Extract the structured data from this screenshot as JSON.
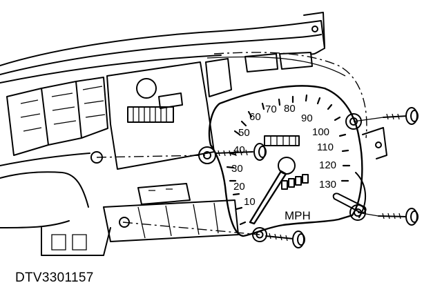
{
  "figure_id": "DTV3301157",
  "gauge": {
    "unit_label": "MPH",
    "scale_labels": [
      "10",
      "20",
      "30",
      "40",
      "50",
      "60",
      "70",
      "80",
      "90",
      "100",
      "110",
      "120",
      "130"
    ]
  }
}
